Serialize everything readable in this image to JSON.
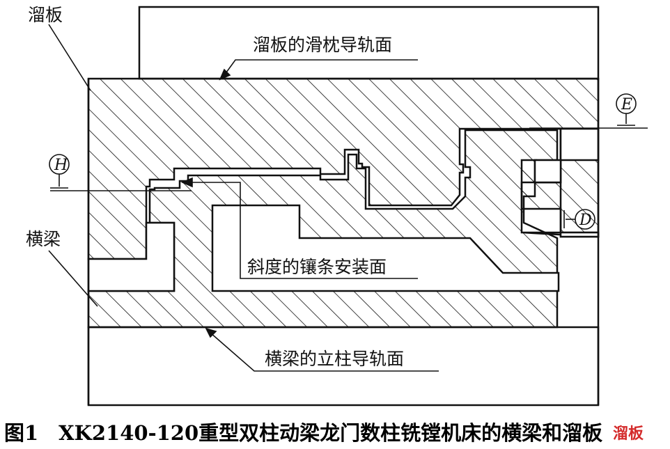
{
  "labels": {
    "saddle": "溜板",
    "beam": "横梁",
    "saddle_ram_guide": "溜板的滑枕导轨面",
    "gib_mount": "斜度的镶条安装面",
    "beam_column_guide": "横梁的立柱导轨面"
  },
  "datums": {
    "h": "H",
    "e": "E",
    "d": "D"
  },
  "caption": "图1　XK2140-120重型双柱动梁龙门数柱铣镗机床的横梁和溜板",
  "watermark": "溜板"
}
